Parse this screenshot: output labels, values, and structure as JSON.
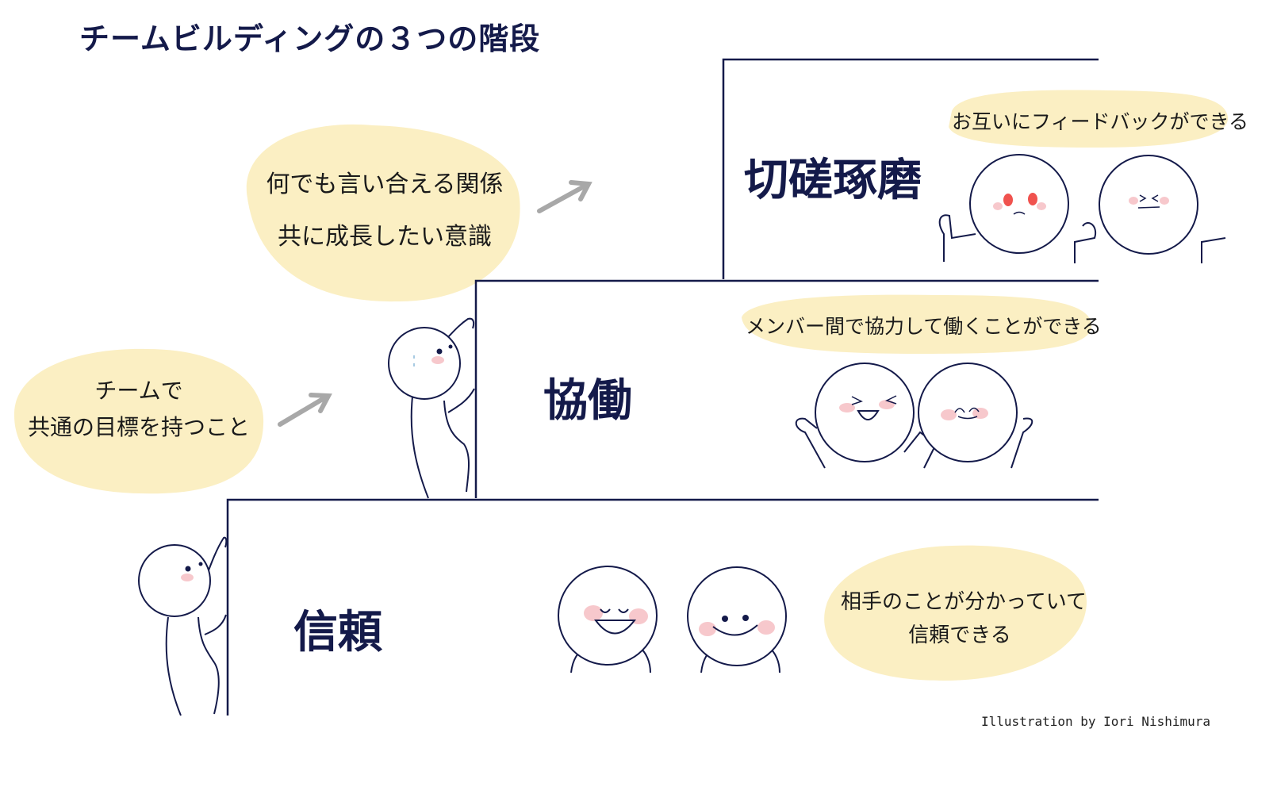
{
  "title": "チームビルディングの３つの階段",
  "colors": {
    "navy": "#141a4a",
    "bubble": "#fbefc3",
    "arrow": "#a8a8a8",
    "cheek": "#f7c8cc",
    "angry_fire": "#f0524e"
  },
  "stairs": [
    {
      "level": 1,
      "label": "信頼",
      "bubble": [
        "相手のことが分かっていて",
        "信頼できる"
      ],
      "left_note": [
        "チームで",
        "共通の目標を持つこと"
      ]
    },
    {
      "level": 2,
      "label": "協働",
      "bubble": [
        "メンバー間で協力して働くことができる"
      ],
      "left_note": [
        "何でも言い合える関係",
        "共に成長したい意識"
      ]
    },
    {
      "level": 3,
      "label": "切磋琢磨",
      "bubble": [
        "お互いにフィードバックができる"
      ]
    }
  ],
  "credit": "Illustration by Iori Nishimura"
}
